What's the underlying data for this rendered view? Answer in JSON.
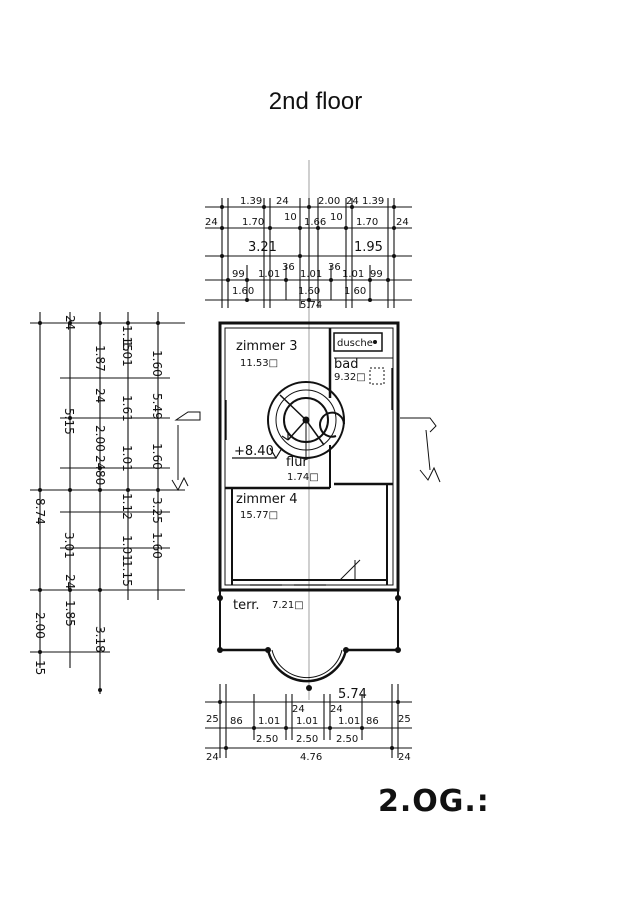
{
  "header": {
    "title": "2nd floor"
  },
  "stamp": {
    "label": "2.OG.:"
  },
  "rooms": {
    "zimmer3": {
      "name": "zimmer 3",
      "area": "11.53□"
    },
    "bad": {
      "name": "bad",
      "area": "9.32□",
      "fixture": "dusche"
    },
    "flur": {
      "name": "flur",
      "area": "1.74□"
    },
    "zimmer4": {
      "name": "zimmer 4",
      "area": "15.77□"
    },
    "terr": {
      "name": "terr.",
      "area": "7.21□"
    }
  },
  "level": {
    "label": "+8.40"
  },
  "dims_top": {
    "row1": [
      "1.39",
      "24",
      "2.00",
      "24",
      "1.39"
    ],
    "row2": [
      "24",
      "1.70",
      "10",
      "1.66",
      "10",
      "1.70",
      "24"
    ],
    "row3": [
      "3.21",
      "1.95"
    ],
    "row4": [
      "99",
      "1.01",
      "36",
      "1.01",
      "36",
      "1.01",
      "99"
    ],
    "row5": [
      "1.60",
      "1.60",
      "1.60"
    ],
    "overall": "5.74"
  },
  "dims_bottom": {
    "overall": "5.74",
    "row1": [
      "25",
      "86",
      "1.01",
      "24",
      "1.01",
      "24",
      "1.01",
      "86",
      "25"
    ],
    "row2": [
      "2.50",
      "2.50",
      "2.50"
    ],
    "row3": [
      "24",
      "4.76",
      "24"
    ]
  },
  "dims_left": {
    "total": "8.74",
    "col1": [
      "5.15",
      "3.01",
      "2.00",
      "15"
    ],
    "col2": [
      "24",
      "1.87",
      "24",
      "2.00",
      "24",
      "80",
      "24",
      "1.85"
    ],
    "col3": [
      "1.01",
      "1.15",
      "1.61",
      "1.01",
      "1.12",
      "1.01",
      "1.15"
    ],
    "col4": [
      "1.60",
      "5.49",
      "1.60",
      "3.25",
      "1.60",
      "3.18"
    ]
  }
}
